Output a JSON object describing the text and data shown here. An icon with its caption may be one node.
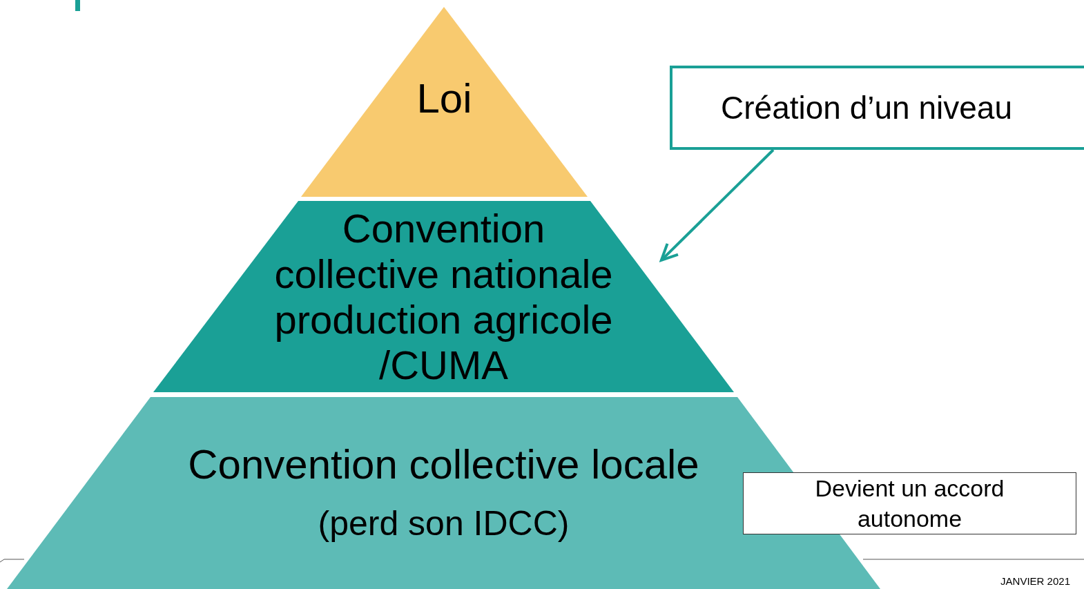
{
  "diagram": {
    "nodes": [
      {
        "text": [
          "Loi"
        ]
      },
      {
        "text": [
          "Convention collective nationale production agricole /CUMA"
        ]
      },
      {
        "text": [
          "Convention collective locale",
          "(perd son IDCC)"
        ]
      },
      {
        "text": [
          "Création d’un niveau"
        ]
      },
      {
        "text": [
          "Devient un accord autonome"
        ]
      }
    ],
    "edges": [
      {
        "from": 3,
        "to": 1,
        "arrow": "to",
        "color": "#1aa096"
      }
    ],
    "labels": [
      "JANVIER 2021"
    ]
  }
}
